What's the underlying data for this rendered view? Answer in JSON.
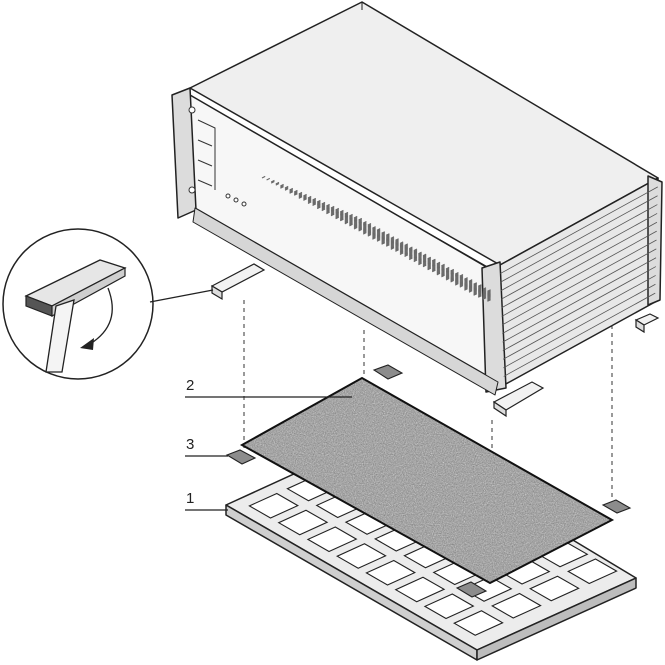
{
  "callouts": [
    {
      "id": "frame",
      "label": "1"
    },
    {
      "id": "filter-mat",
      "label": "2"
    },
    {
      "id": "clip",
      "label": "3"
    }
  ],
  "colors": {
    "line": "#222222",
    "panel": "#e4e4e4",
    "panel_dark": "#bdbdbd",
    "filter": "#9a9a9a",
    "clip": "#8c8c8c",
    "hatch": "#555555"
  }
}
